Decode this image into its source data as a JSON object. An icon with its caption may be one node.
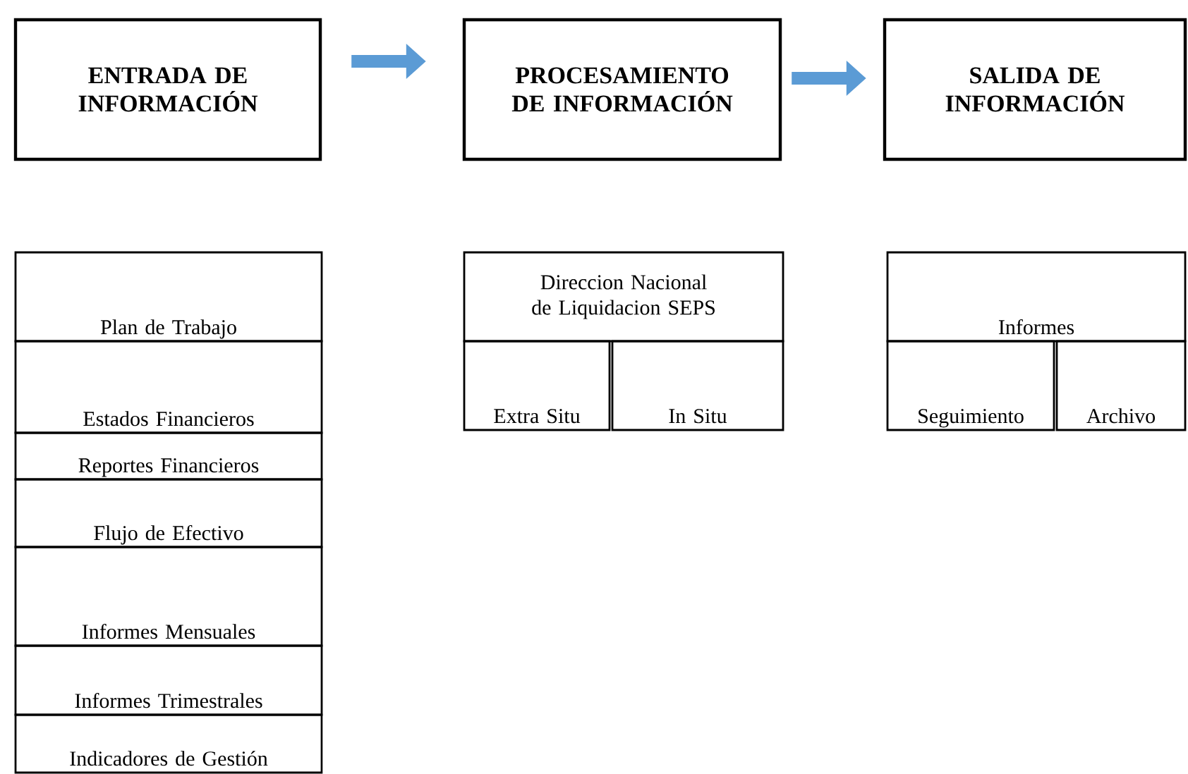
{
  "diagram": {
    "nodes": [
      {
        "text": [
          "ENTRADA DE INFORMACIÓN"
        ]
      },
      {
        "text": [
          "PROCESAMIENTO DE INFORMACIÓN"
        ]
      },
      {
        "text": [
          "SALIDA DE INFORMACIÓN"
        ]
      },
      {
        "text": [
          "Plan de Trabajo"
        ]
      },
      {
        "text": [
          "Estados Financieros"
        ]
      },
      {
        "text": [
          "Reportes Financieros"
        ]
      },
      {
        "text": [
          "Flujo de Efectivo"
        ]
      },
      {
        "text": [
          "Informes Mensuales"
        ]
      },
      {
        "text": [
          "Informes Trimestrales"
        ]
      },
      {
        "text": [
          "Indicadores de Gestión"
        ]
      },
      {
        "text": [
          "Direccion Nacional de Liquidacion SEPS"
        ]
      },
      {
        "text": [
          "Extra Situ"
        ]
      },
      {
        "text": [
          "In Situ"
        ]
      },
      {
        "text": [
          "Informes"
        ]
      },
      {
        "text": [
          "Seguimiento"
        ]
      },
      {
        "text": [
          "Archivo"
        ]
      }
    ],
    "edges": [
      {
        "from": 0,
        "to": 1,
        "arrow": "to"
      },
      {
        "from": 1,
        "to": 2,
        "arrow": "to"
      }
    ]
  }
}
